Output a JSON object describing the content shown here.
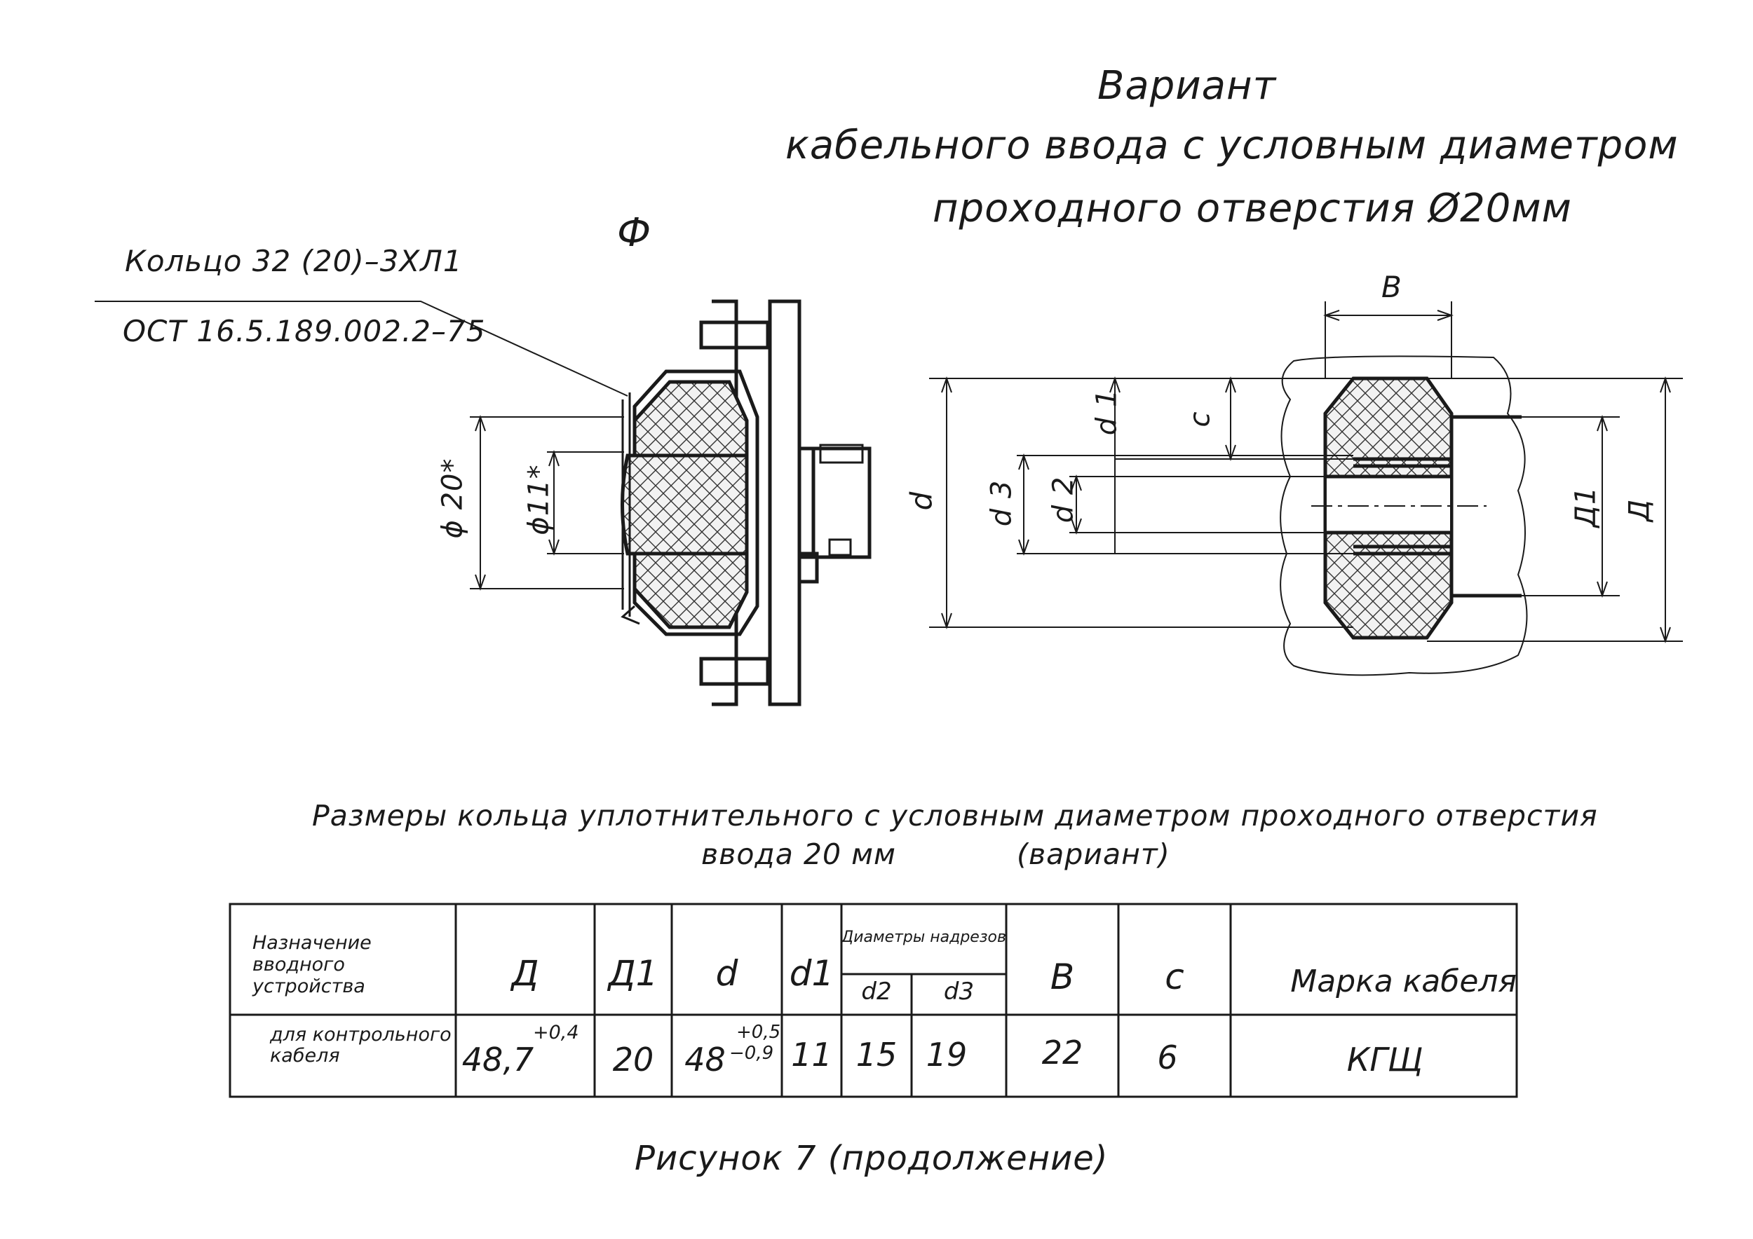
{
  "heading": {
    "line1": "Вариант",
    "line2": "кабельного ввода с условным диаметром",
    "line3": "проходного отверстия Ø20мм"
  },
  "view_label": "Ф",
  "callout": {
    "line1": "Кольцо 32 (20)–3ХЛ1",
    "line2": "ОСТ 16.5.189.002.2–75"
  },
  "left_dims": {
    "outer": "ϕ 20*",
    "inner": "ϕ11*"
  },
  "right_dims": {
    "B": "B",
    "d": "d",
    "d1": "d 1",
    "d2": "d 2",
    "d3": "d 3",
    "c": "c",
    "D1": "Д1",
    "D": "Д"
  },
  "table_caption": {
    "line1": "Размеры кольца уплотнительного с условным диаметром проходного отверстия",
    "line2a": "ввода  20 мм",
    "line2b": "(вариант)"
  },
  "table": {
    "headers": {
      "purpose": "Назначение вводного устройства",
      "D": "Д",
      "D1": "Д1",
      "d": "d",
      "d1": "d1",
      "cuts": "Диаметры надрезов",
      "d2": "d2",
      "d3": "d3",
      "B": "B",
      "c": "c",
      "brand": "Марка кабеля"
    },
    "row": {
      "purpose": "для контрольного кабеля",
      "D": "48,7",
      "D_tol": "+0,4",
      "D1": "20",
      "d": "48",
      "d_tol_upper": "+0,5",
      "d_tol_lower": "−0,9",
      "d1": "11",
      "d2": "15",
      "d3": "19",
      "B": "22",
      "c": "6",
      "brand": "КГЩ"
    }
  },
  "figure_caption": "Рисунок 7 (продолжение)"
}
